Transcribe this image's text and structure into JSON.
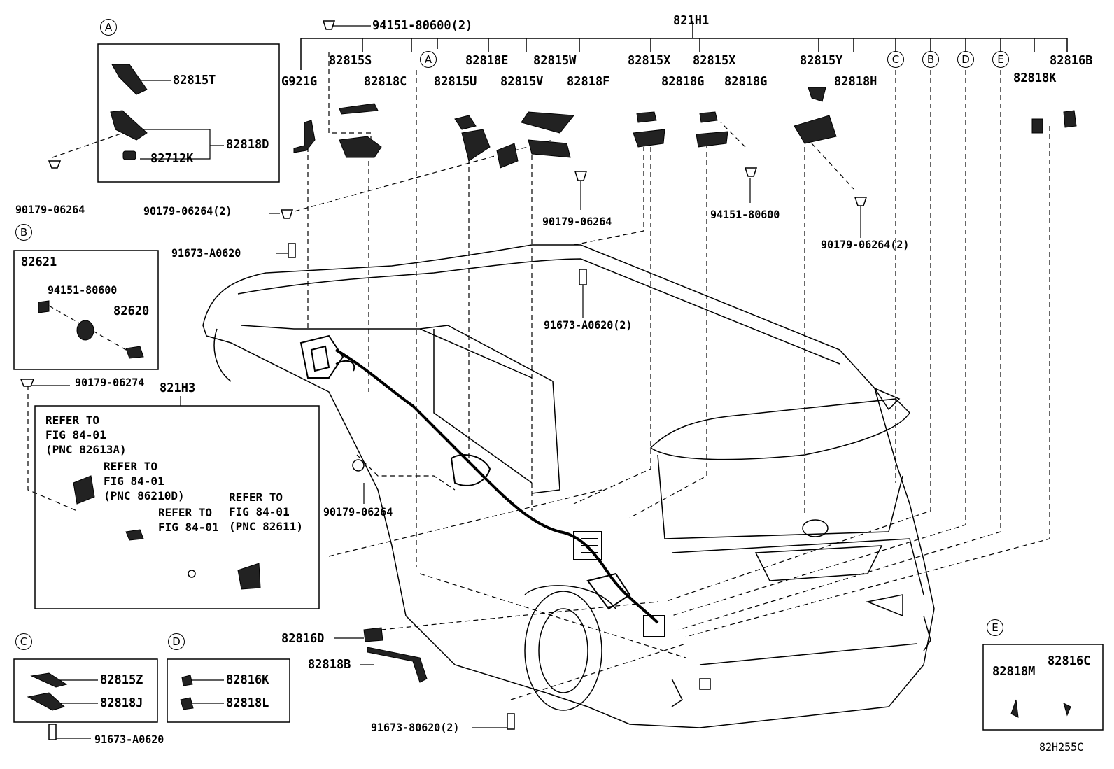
{
  "diagram_code": "82H255C",
  "main_assembly": "821H1",
  "sub_assembly": "821H3",
  "callouts": {
    "A": "A",
    "B": "B",
    "C": "C",
    "D": "D",
    "E": "E"
  },
  "parts": {
    "p94151_80600_2": "94151-80600(2)",
    "p82815S": "82815S",
    "p82818C": "82818C",
    "pG921G": "G921G",
    "p82815U": "82815U",
    "p82818E": "82818E",
    "p82815W": "82815W",
    "p82815V": "82815V",
    "p82818F": "82818F",
    "p82815X_1": "82815X",
    "p82815X_2": "82815X",
    "p82818G_1": "82818G",
    "p82818G_2": "82818G",
    "p82815Y": "82815Y",
    "p82818H": "82818H",
    "p82816B": "82816B",
    "p82818K": "82818K",
    "p82815T": "82815T",
    "p82818D": "82818D",
    "p82712K": "82712K",
    "p90179_06264_a": "90179-06264",
    "p90179_06264_2a": "90179-06264(2)",
    "p90179_06264_b": "90179-06264",
    "p94151_80600_b": "94151-80600",
    "p90179_06264_2b": "90179-06264(2)",
    "p91673_A0620_a": "91673-A0620",
    "p91673_A0620_2": "91673-A0620(2)",
    "p82621": "82621",
    "p94151_80600_c": "94151-80600",
    "p82620": "82620",
    "p90179_06274": "90179-06274",
    "p90179_06264_c": "90179-06264",
    "p82816D": "82816D",
    "p82818B": "82818B",
    "p91673_80620_2": "91673-80620(2)",
    "p82815Z": "82815Z",
    "p82818J": "82818J",
    "p82816K": "82816K",
    "p82818L": "82818L",
    "p91673_A0620_c": "91673-A0620",
    "p82818M": "82818M",
    "p82816C": "82816C"
  },
  "refer_notes": {
    "r1": "REFER TO\nFIG 84-01\n(PNC 82613A)",
    "r2": "REFER TO\nFIG 84-01\n(PNC 86210D)",
    "r3": "REFER TO\nFIG 84-01",
    "r4": "REFER TO\nFIG 84-01\n(PNC 82611)"
  }
}
